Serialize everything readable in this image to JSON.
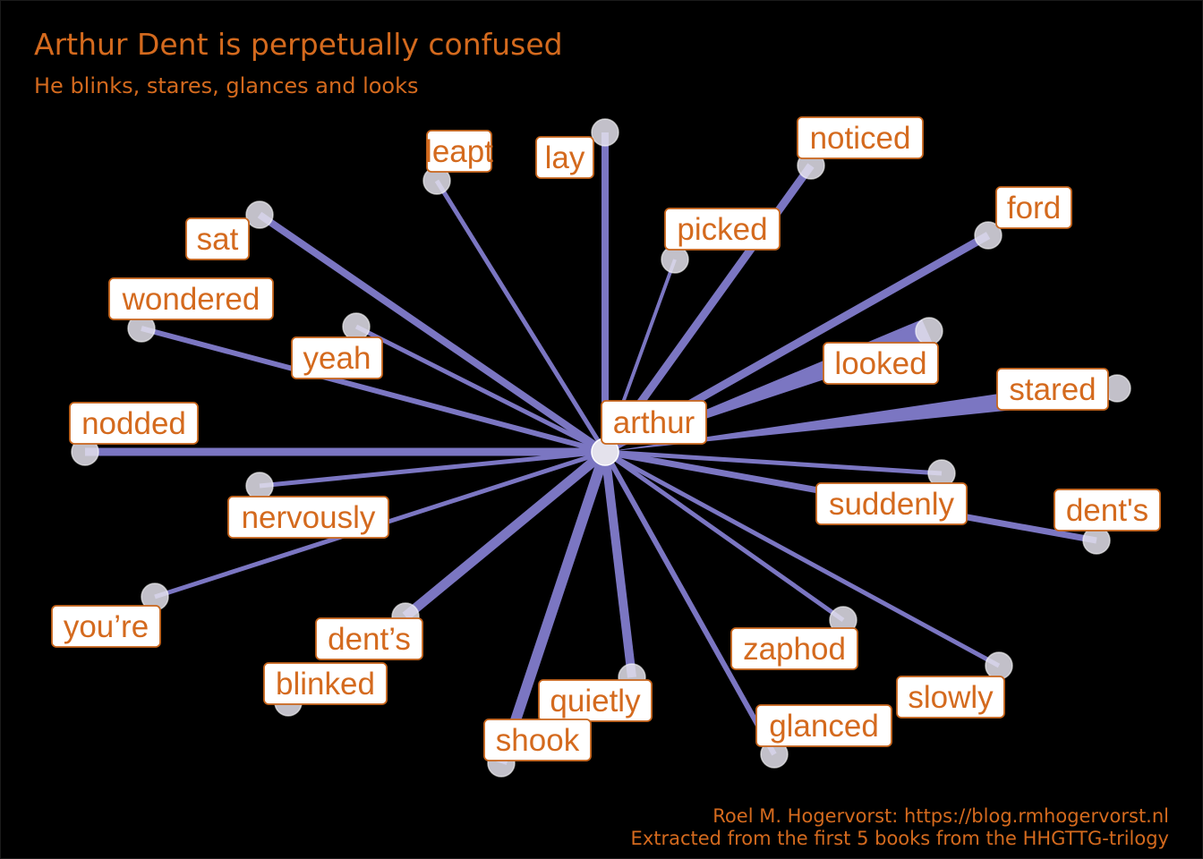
{
  "title": "Arthur Dent is perpetually confused",
  "subtitle": "He blinks, stares, glances and looks",
  "caption": {
    "line1": "Roel M. Hogervorst: https://blog.rmhogervorst.nl",
    "line2": "Extracted from the first 5 books from the HHGTTG-trilogy"
  },
  "colors": {
    "background": "#000000",
    "edge": "#7b76c2",
    "node": "#e4e2ec",
    "label_text": "#d46a1e",
    "label_border": "#c9661c"
  },
  "graph": {
    "hub": "arthur",
    "labels": [
      "leapt",
      "lay",
      "noticed",
      "sat",
      "picked",
      "ford",
      "wondered",
      "yeah",
      "looked",
      "stared",
      "nodded",
      "suddenly",
      "dent's",
      "nervously",
      "you’re",
      "dent’s",
      "blinked",
      "quietly",
      "shook",
      "zaphod",
      "glanced",
      "slowly"
    ]
  }
}
